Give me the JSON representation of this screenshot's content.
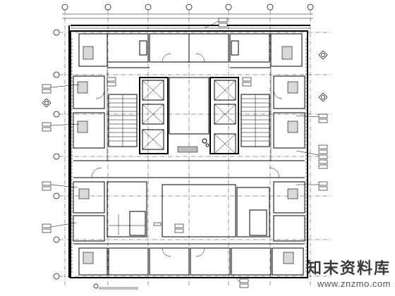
{
  "watermark": {
    "brand_cn": "知末资料库",
    "url": "www.znzmo.com"
  },
  "drawing": {
    "title_label": "平面图",
    "room_tags": [
      "",
      "",
      ""
    ]
  },
  "colors": {
    "line": "#000000",
    "fill_grey": "#d9d9d9",
    "paper": "#ffffff"
  }
}
